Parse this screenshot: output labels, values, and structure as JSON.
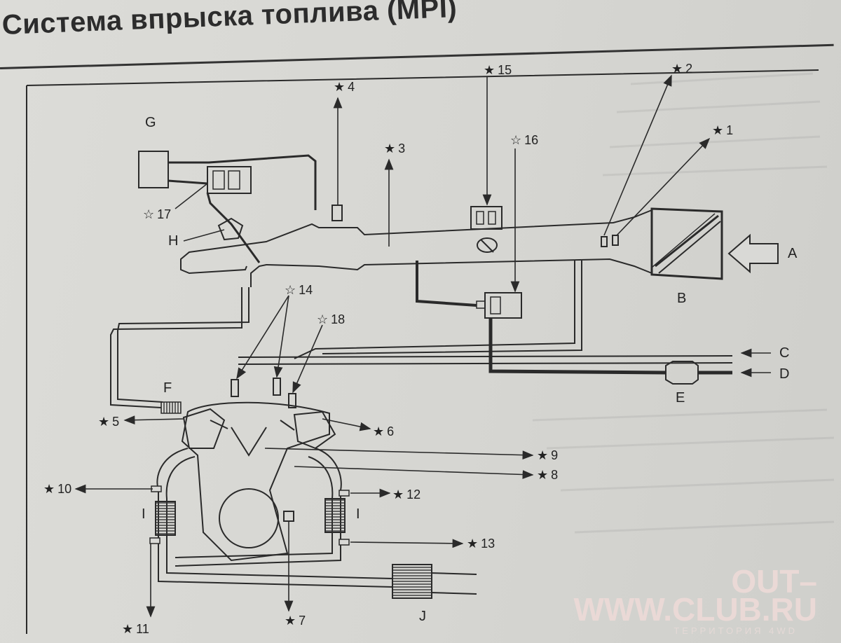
{
  "title": "Система впрыска топлива (MPI)",
  "letters": {
    "A": "A",
    "B": "B",
    "C": "C",
    "D": "D",
    "E": "E",
    "F": "F",
    "G": "G",
    "H": "H",
    "I_left": "I",
    "I_right": "I",
    "J": "J"
  },
  "callouts": {
    "n1": "1",
    "n2": "2",
    "n3": "3",
    "n4": "4",
    "n5": "5",
    "n6": "6",
    "n7": "7",
    "n8": "8",
    "n9": "9",
    "n10": "10",
    "n11": "11",
    "n12": "12",
    "n13": "13",
    "n14": "14",
    "n15": "15",
    "n16": "16",
    "n17": "17",
    "n18": "18"
  },
  "star": "★",
  "star_outline": "☆",
  "watermark": {
    "line1": "OUT–",
    "line2": "WWW.CLUB.RU",
    "line3": "ТЕРРИТОРИЯ 4WD"
  },
  "colors": {
    "line": "#2a2a2a",
    "page": "#d9d9d6",
    "watermark": "#ead9d6"
  }
}
